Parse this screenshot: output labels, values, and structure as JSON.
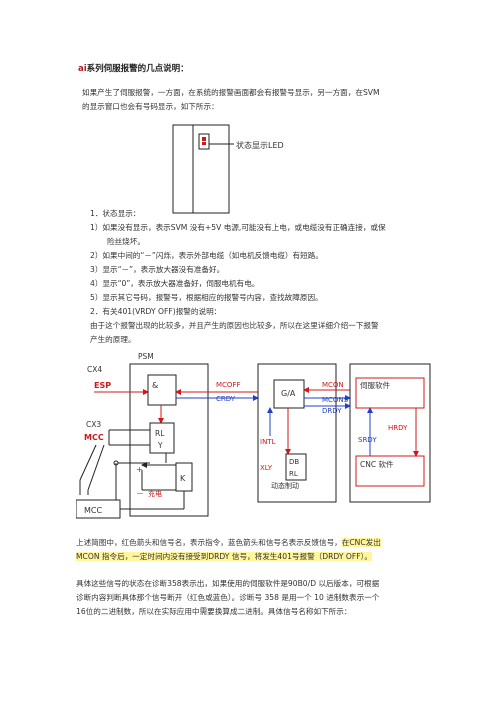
{
  "title": {
    "prefix": "ai",
    "text": "系列伺服报警的几点说明："
  },
  "intro": [
    "如果产生了伺服报警，一方面，在系统的报警画面都会有报警号显示，另一方面，在SVM",
    "的显示窗口也会有号码显示，如下所示："
  ],
  "led_label": "状态显示LED",
  "list": [
    "1．状态显示：",
    "1）如果没有显示，表示SVM 没有+5V 电源,可能没有上电，或电缆没有正确连接，或保",
    "险丝烧坏。",
    "2）如果中间的“－”闪烁，表示外部电缆（如电机反馈电缆）有短路。",
    "3）显示“－”，表示放大器没有准备好。",
    "4）显示“0”，表示放大器准备好，伺服电机有电。",
    "5）显示其它号码，报警号，根据相应的报警号内容，查找故障原因。",
    "2．有关401(VRDY OFF)报警的说明：",
    "由于这个报警出现的比较多，并且产生的原因也比较多，所以在这里详细介绍一下报警",
    "产生的原理。"
  ],
  "diagram": {
    "psm": "PSM",
    "cx4": "CX4",
    "esp": "ESP",
    "and": "&",
    "cx3": "CX3",
    "mcc_red": "MCC",
    "rly": "RL\nY",
    "plus": "+",
    "minus": "－",
    "k": "K",
    "charge": "充电",
    "mcc_box": "MCC",
    "mcoff": "MCOFF",
    "crdy": "CRDY",
    "ga": "G/A",
    "intl": "INTL",
    "xly": "XLY",
    "db": "DB\nRL",
    "dynamic": "动态制动",
    "mcon": "MCON",
    "mcons": "MCONS",
    "drdy": "DRDY",
    "servo_sw": "伺服软件",
    "srdy": "SRDY",
    "hrdy": "HRDY",
    "cnc_sw": "CNC 软件"
  },
  "caption_line1": "上述简图中，红色箭头和信号名，表示指令，蓝色箭头和信号名表示反馈信号，",
  "caption_hl1": "在CNC发出",
  "caption_line2_hl": "MCON 指令后，一定时间内没有接受到DRDY 信号，将发生401号报警（DRDY OFF）。",
  "footer": [
    "具体这些信号的状态在诊断358表示出，如果使用的伺服软件是90B0/D 以后版本，可根据",
    "诊断内容判断具体那个信号断开（红色或蓝色）。诊断号 358 是用一个 10 进制数表示一个",
    "16位的二进制数，所以在实际应用中需要换算成二进制。具体信号名称如下所示："
  ],
  "colors": {
    "red": "#d01818",
    "blue": "#2040c8",
    "highlight": "#fff59a"
  }
}
